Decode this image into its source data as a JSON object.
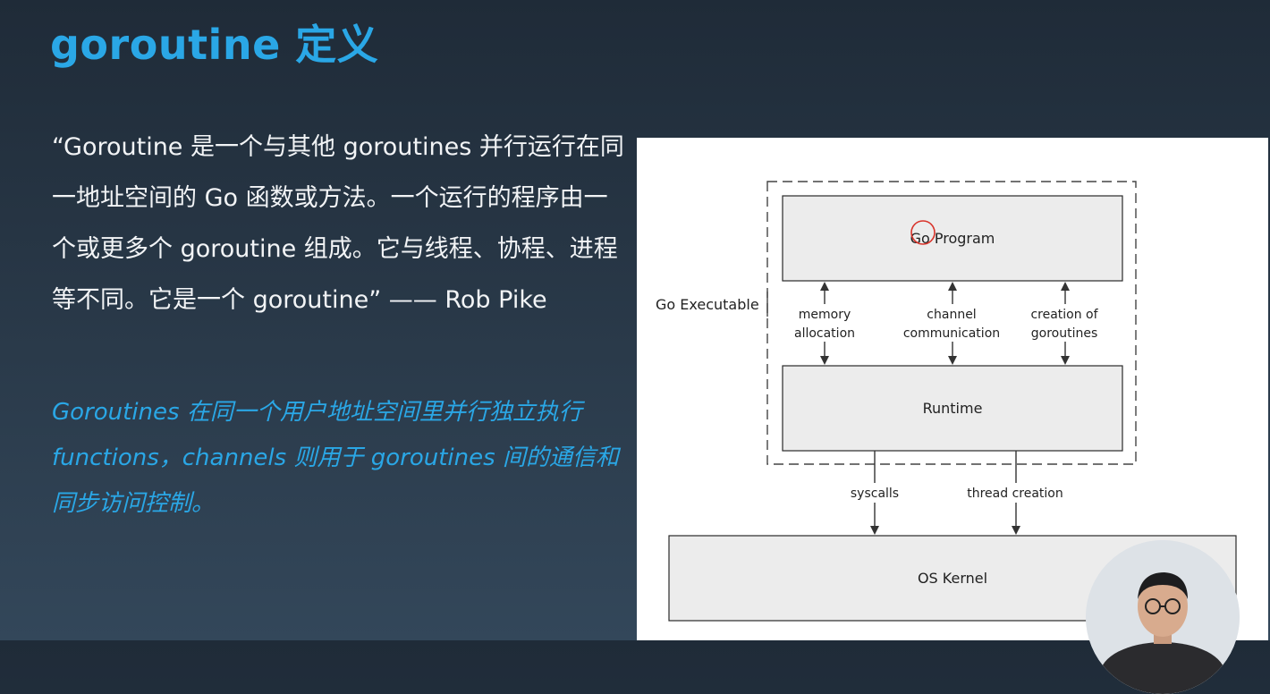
{
  "slide": {
    "title": "goroutine 定义",
    "quote": "“Goroutine 是一个与其他 goroutines 并行运行在同一地址空间的 Go 函数或方法。一个运行的程序由一个或更多个 goroutine 组成。它与线程、协程、进程等不同。它是一个 goroutine”  —— Rob Pike",
    "note": "Goroutines 在同一个用户地址空间里并行独立执行 functions，channels 则用于 goroutines 间的通信和同步访问控制。"
  },
  "diagram": {
    "executable_label": "Go Executable",
    "go_program": "Go Program",
    "runtime": "Runtime",
    "os_kernel": "OS Kernel",
    "link_memory_1": "memory",
    "link_memory_2": "allocation",
    "link_channel_1": "channel",
    "link_channel_2": "communication",
    "link_creation_1": "creation of",
    "link_creation_2": "goroutines",
    "link_syscalls": "syscalls",
    "link_thread": "thread creation"
  },
  "colors": {
    "accent": "#2aa7e6",
    "background": "#24313e",
    "cursor_ring": "#d9342b"
  },
  "icons": {
    "cursor": "cursor-circle-icon",
    "presenter": "presenter-avatar"
  }
}
